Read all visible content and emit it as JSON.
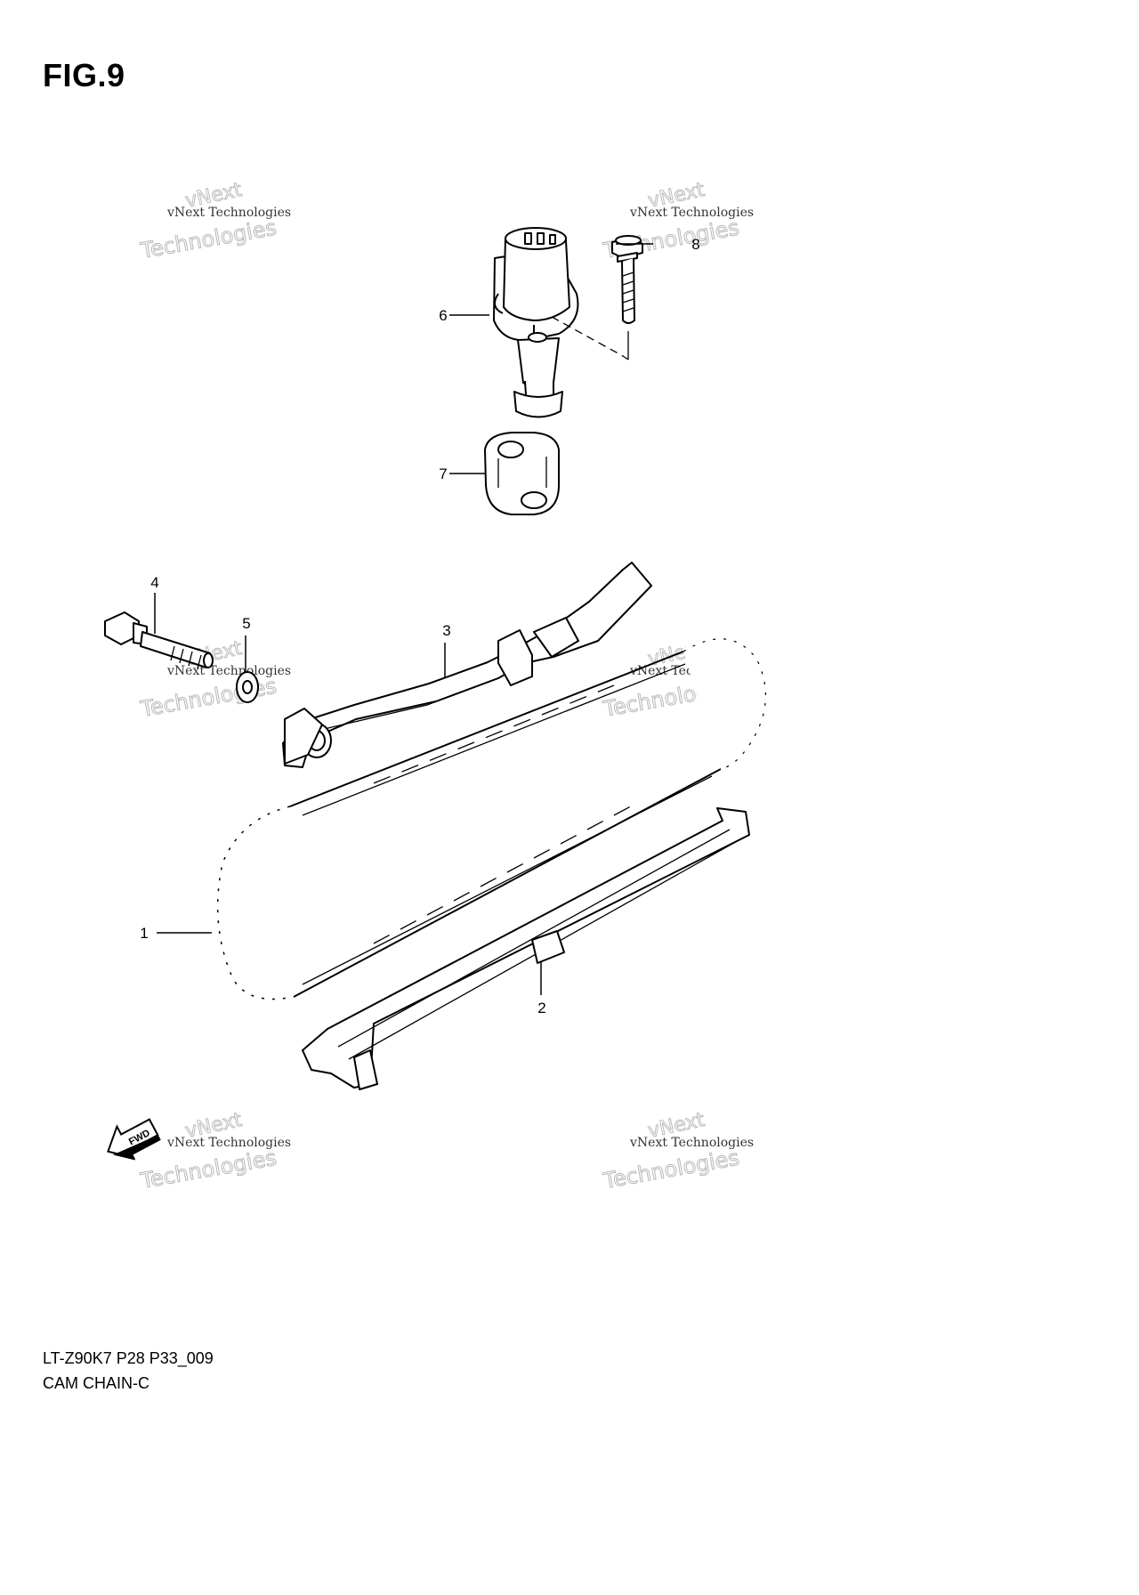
{
  "figure": {
    "title": "FIG.9"
  },
  "callouts": [
    {
      "id": "1",
      "label": "1"
    },
    {
      "id": "2",
      "label": "2"
    },
    {
      "id": "3",
      "label": "3"
    },
    {
      "id": "4",
      "label": "4"
    },
    {
      "id": "5",
      "label": "5"
    },
    {
      "id": "6",
      "label": "6"
    },
    {
      "id": "7",
      "label": "7"
    },
    {
      "id": "8",
      "label": "8"
    }
  ],
  "watermark": {
    "line1": "vNext Technologies",
    "line2": "Technologies",
    "line3": "vNext"
  },
  "fwd_label": "FWD",
  "footer": {
    "code": "LT-Z90K7 P28 P33_009",
    "caption": "CAM CHAIN-C"
  }
}
